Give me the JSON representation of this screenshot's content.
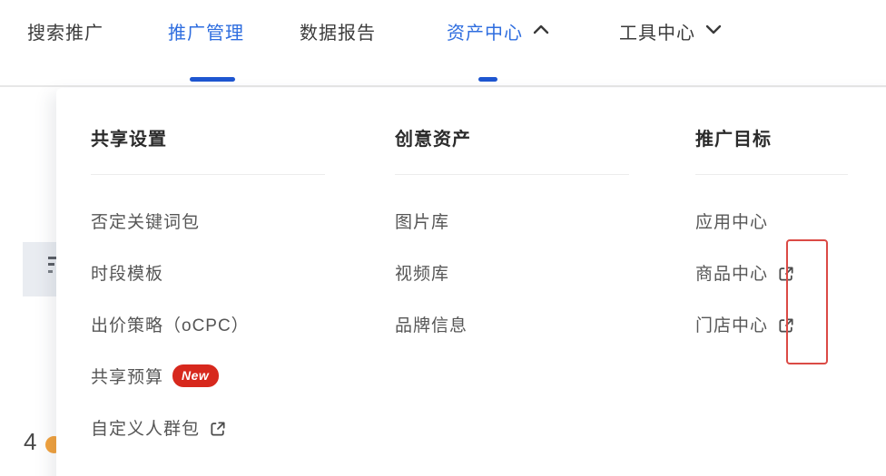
{
  "nav": {
    "items": [
      {
        "label": "搜索推广",
        "active": false,
        "chevron": null
      },
      {
        "label": "推广管理",
        "active": true,
        "chevron": null
      },
      {
        "label": "数据报告",
        "active": false,
        "chevron": null
      },
      {
        "label": "资产中心",
        "active": true,
        "chevron": "up"
      },
      {
        "label": "工具中心",
        "active": false,
        "chevron": "down"
      }
    ]
  },
  "menu": {
    "columns": [
      {
        "header": "共享设置",
        "items": [
          {
            "label": "否定关键词包"
          },
          {
            "label": "时段模板"
          },
          {
            "label": "出价策略（oCPC）"
          },
          {
            "label": "共享预算",
            "badge": "New"
          },
          {
            "label": "自定义人群包",
            "external_link": true
          }
        ]
      },
      {
        "header": "创意资产",
        "items": [
          {
            "label": "图片库"
          },
          {
            "label": "视频库"
          },
          {
            "label": "品牌信息"
          }
        ]
      },
      {
        "header": "推广目标",
        "items": [
          {
            "label": "应用中心"
          },
          {
            "label": "商品中心",
            "external_link": true
          },
          {
            "label": "门店中心",
            "external_link": true
          }
        ]
      }
    ]
  },
  "background": {
    "count_label": "4"
  },
  "colors": {
    "nav_active": "#2e6ddf",
    "tab_indicator": "#1e56d0",
    "badge_red": "#d7281d",
    "annotation_red": "#db4a45",
    "orange_dot": "#f2a23d"
  }
}
